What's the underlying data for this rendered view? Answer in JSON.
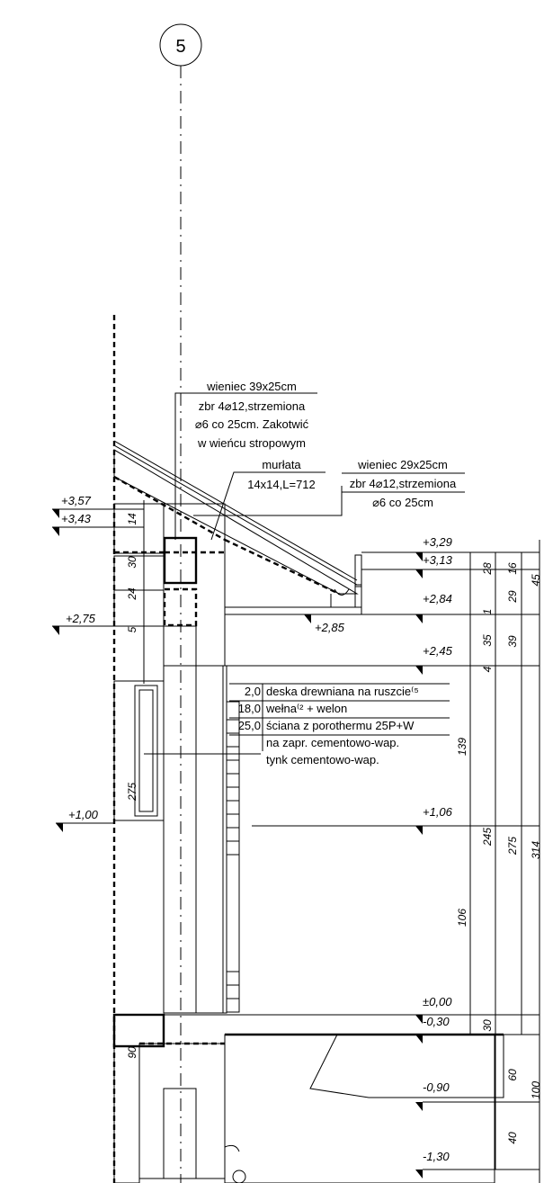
{
  "axis": {
    "label": "5"
  },
  "notes": {
    "wieniec_top": [
      "wieniec 39x25cm",
      "zbr 4⌀12,strzemiona",
      "⌀6 co 25cm. Zakotwić",
      "w wieńcu stropowym"
    ],
    "murlata": [
      "murłata",
      "14x14,L=712"
    ],
    "wieniec_29": [
      "wieniec 29x25cm",
      "zbr 4⌀12,strzemiona",
      "⌀6 co 25cm"
    ]
  },
  "wall_layers": [
    {
      "thickness": "2,0",
      "desc": "deska drewniana na ruszcie⁽⁵"
    },
    {
      "thickness": "18,0",
      "desc": "wełna⁽² + welon"
    },
    {
      "thickness": "25,0",
      "desc": "ściana z porothermu 25P+W"
    },
    {
      "thickness": "",
      "desc": "na zapr. cementowo-wap."
    },
    {
      "thickness": "",
      "desc": "tynk cementowo-wap."
    }
  ],
  "levels_left": [
    "+3,57",
    "+3,43",
    "+2,75",
    "+1,00"
  ],
  "levels_right": [
    "+3,29",
    "+3,13",
    "+2,84",
    "+2,45",
    "+1,06",
    "±0,00",
    "-0,30",
    "-0,90",
    "-1,30"
  ],
  "level_below_eaves": "+2,85",
  "dims_left": [
    "14",
    "30",
    "24",
    "5",
    "275",
    "90"
  ],
  "dims_right": {
    "col1": [
      "28",
      "1",
      "35",
      "4",
      "139",
      "106",
      "30"
    ],
    "col2": [
      "16",
      "29",
      "39",
      "245",
      "60",
      "40"
    ],
    "col3": [
      "275"
    ],
    "col4": [
      "45",
      "314",
      "100"
    ]
  }
}
